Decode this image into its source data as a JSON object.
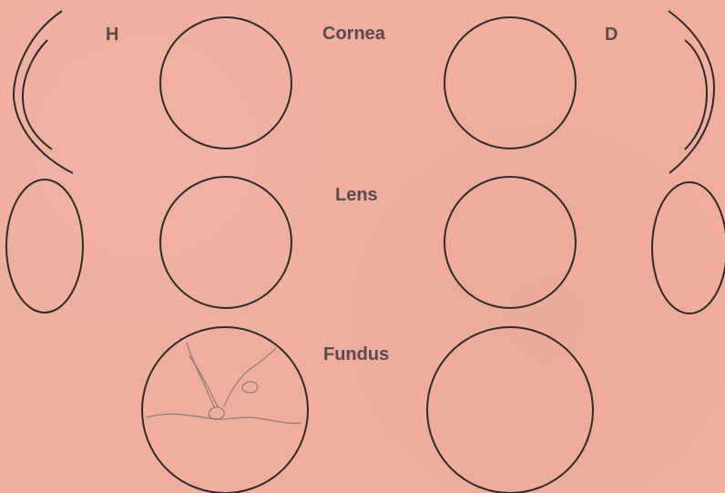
{
  "labels": {
    "left_eye": "H",
    "right_eye": "D",
    "cornea": "Cornea",
    "lens": "Lens",
    "fundus": "Fundus"
  },
  "colors": {
    "paper": "#f0ada0",
    "label_text": "#5b4a47",
    "diagram_line": "#2f2a2a",
    "sketch_line": "#8c7b7d"
  }
}
